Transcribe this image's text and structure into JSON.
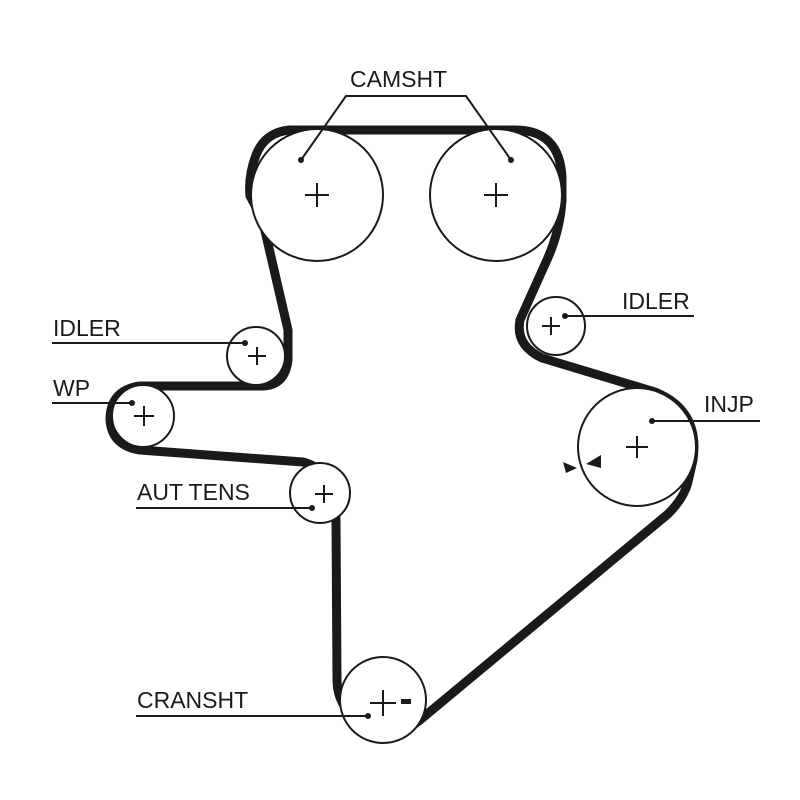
{
  "labels": {
    "camshaft": "CAMSHT",
    "idler_left": "IDLER",
    "idler_right": "IDLER",
    "water_pump": "WP",
    "injection_pump": "INJP",
    "auto_tensioner": "AUT TENS",
    "crankshaft": "CRANSHT"
  },
  "colors": {
    "ink": "#1a1a1a",
    "background": "#ffffff"
  },
  "icons": {
    "center": "plus-cross",
    "direction": "rotation-arrows",
    "crank_mark": "minus-mark"
  }
}
